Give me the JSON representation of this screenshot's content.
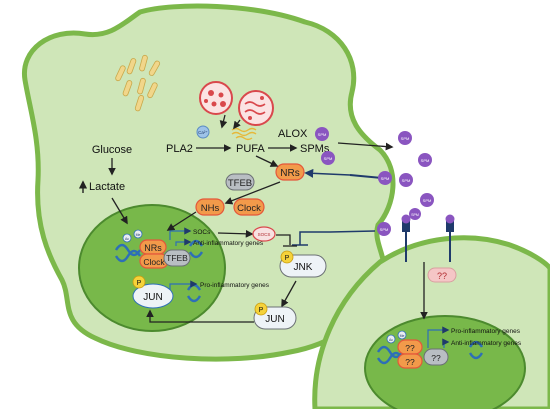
{
  "labels": {
    "glucose": "Glucose",
    "lactate": "Lactate",
    "pla2": "PLA2",
    "pufa": "PUFA",
    "alox": "ALOX",
    "spms": "SPMs",
    "nrs": "NRs",
    "tfeb": "TFEB",
    "nhs": "NHs",
    "clock": "Clock",
    "socs_text": "SOCs",
    "socs_small": "SOCS",
    "anti_genes": "Anti-inflammatory genes",
    "pro_genes": "Pro-inflammatory genes",
    "jnk": "JNK",
    "jun": "JUN",
    "p": "P",
    "ca": "Ca²⁺",
    "unknown": "??",
    "spm": "SPM",
    "ac": "Ac",
    "me": "Me"
  },
  "colors": {
    "cell_fill": "#cfe6b8",
    "cell_stroke": "#7cb84a",
    "nucleus_fill": "#78b84a",
    "nucleus_stroke": "#4c8a2e",
    "spm_purple": "#8a55c0",
    "receptor_navy": "#1f3a6b",
    "orange": "#f29a4a",
    "nr_red": "#e4573a",
    "grey_pill": "#b9bec3",
    "yellow_p": "#f5d23a",
    "dna_blue": "#2d6fb7",
    "lysosome_red": "#d9484c",
    "pink_pill": "#f5c6c6"
  }
}
